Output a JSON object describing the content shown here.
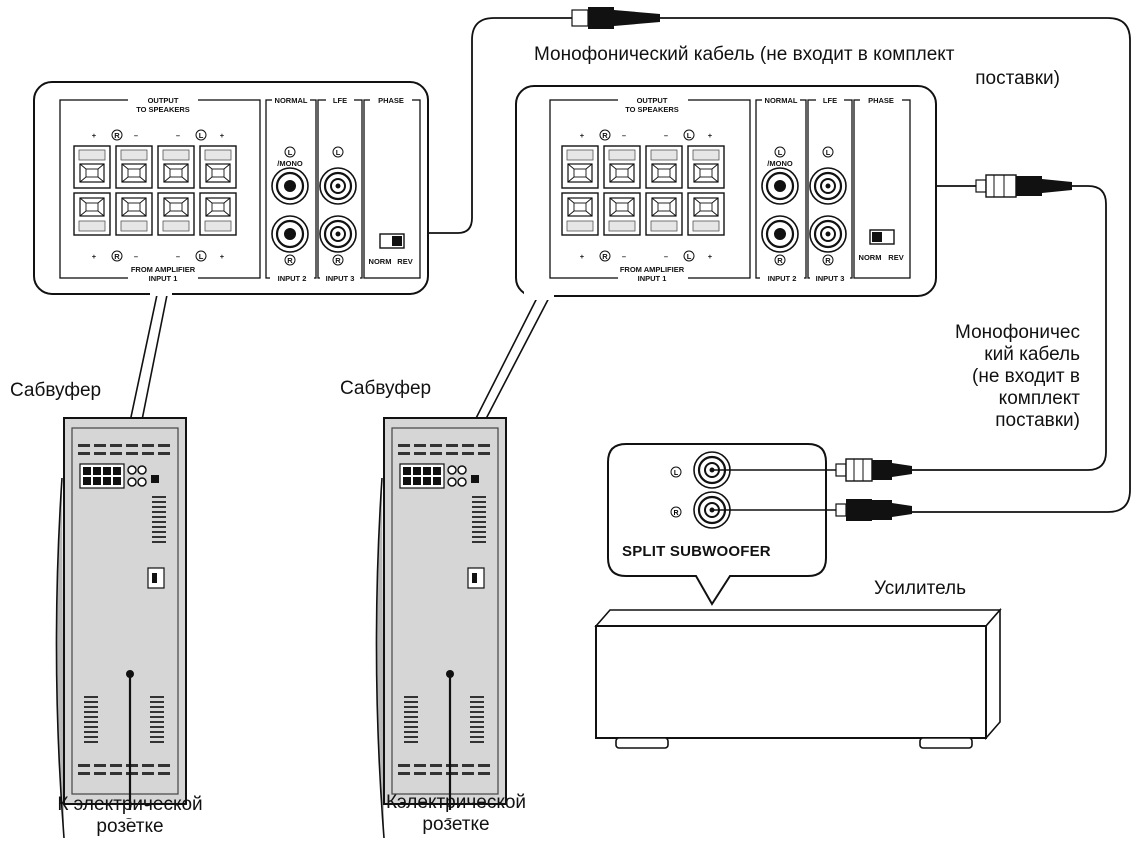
{
  "labels": {
    "mono_cable_top": "Монофонический кабель (не входит в комплект",
    "mono_cable_top_2": "поставки)",
    "mono_cable_right": [
      "Монофоничес",
      "кий кабель",
      "(не входит в",
      "комплект",
      "поставки)"
    ],
    "subwoofer_left": "Сабвуфер",
    "subwoofer_right": "Сабвуфер",
    "outlet_left": [
      "К электрической",
      "розетке"
    ],
    "outlet_right": [
      "Кэлектрической",
      "розетке"
    ],
    "amplifier": "Усилитель",
    "split_subwoofer": "SPLIT SUBWOOFER"
  },
  "panel": {
    "output_to_speakers": [
      "OUTPUT",
      "TO SPEAKERS"
    ],
    "from_amplifier": "FROM AMPLIFIER",
    "input1": "INPUT 1",
    "input2": "INPUT 2",
    "input3": "INPUT 3",
    "normal": "NORMAL",
    "lfe": "LFE",
    "phase": "PHASE",
    "mono": "/MONO",
    "norm": "NORM",
    "rev": "REV",
    "polarity_top": [
      "+",
      "R",
      "–",
      "–",
      "L",
      "+"
    ],
    "polarity_bottom": [
      "+",
      "R",
      "–",
      "–",
      "L",
      "+"
    ],
    "left_marker": "L",
    "right_marker": "R"
  },
  "colors": {
    "line": "#111111",
    "cable": "#222222",
    "fill": "#ffffff",
    "grey": "#d9d9d9"
  }
}
